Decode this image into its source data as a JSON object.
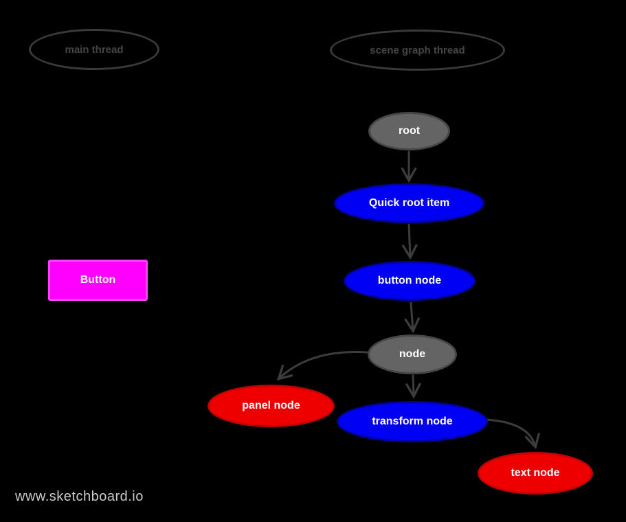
{
  "app": {
    "watermark": "www.sketchboard.io"
  },
  "threads": {
    "main": {
      "label": "main thread"
    },
    "scene_graph": {
      "label": "scene graph thread"
    }
  },
  "nodes": {
    "root": {
      "label": "root",
      "kind": "gray"
    },
    "quick_root_item": {
      "label": "Quick root item",
      "kind": "blue"
    },
    "button_node": {
      "label": "button node",
      "kind": "blue"
    },
    "node": {
      "label": "node",
      "kind": "gray"
    },
    "panel_node": {
      "label": "panel node",
      "kind": "red"
    },
    "transform_node": {
      "label": "transform node",
      "kind": "blue"
    },
    "text_node": {
      "label": "text node",
      "kind": "red"
    }
  },
  "ui_elements": {
    "button": {
      "label": "Button"
    }
  },
  "edges": [
    {
      "from": "root",
      "to": "quick_root_item"
    },
    {
      "from": "quick_root_item",
      "to": "button_node"
    },
    {
      "from": "button_node",
      "to": "node"
    },
    {
      "from": "node",
      "to": "panel_node"
    },
    {
      "from": "node",
      "to": "transform_node"
    },
    {
      "from": "transform_node",
      "to": "text_node"
    }
  ],
  "palette": {
    "background": "#000000",
    "node_gray_fill": "#646464",
    "node_gray_border": "#474747",
    "node_blue_fill": "#0000f2",
    "node_blue_border": "#0000a6",
    "node_red_fill": "#ee0000",
    "node_red_border": "#c40000",
    "button_fill": "#ff00ff",
    "edge_color": "#3d3d3d",
    "thread_outline": "#3a3a3a",
    "thread_text": "#454545",
    "node_text": "#ffffff",
    "watermark_text": "#cbcbcb"
  }
}
